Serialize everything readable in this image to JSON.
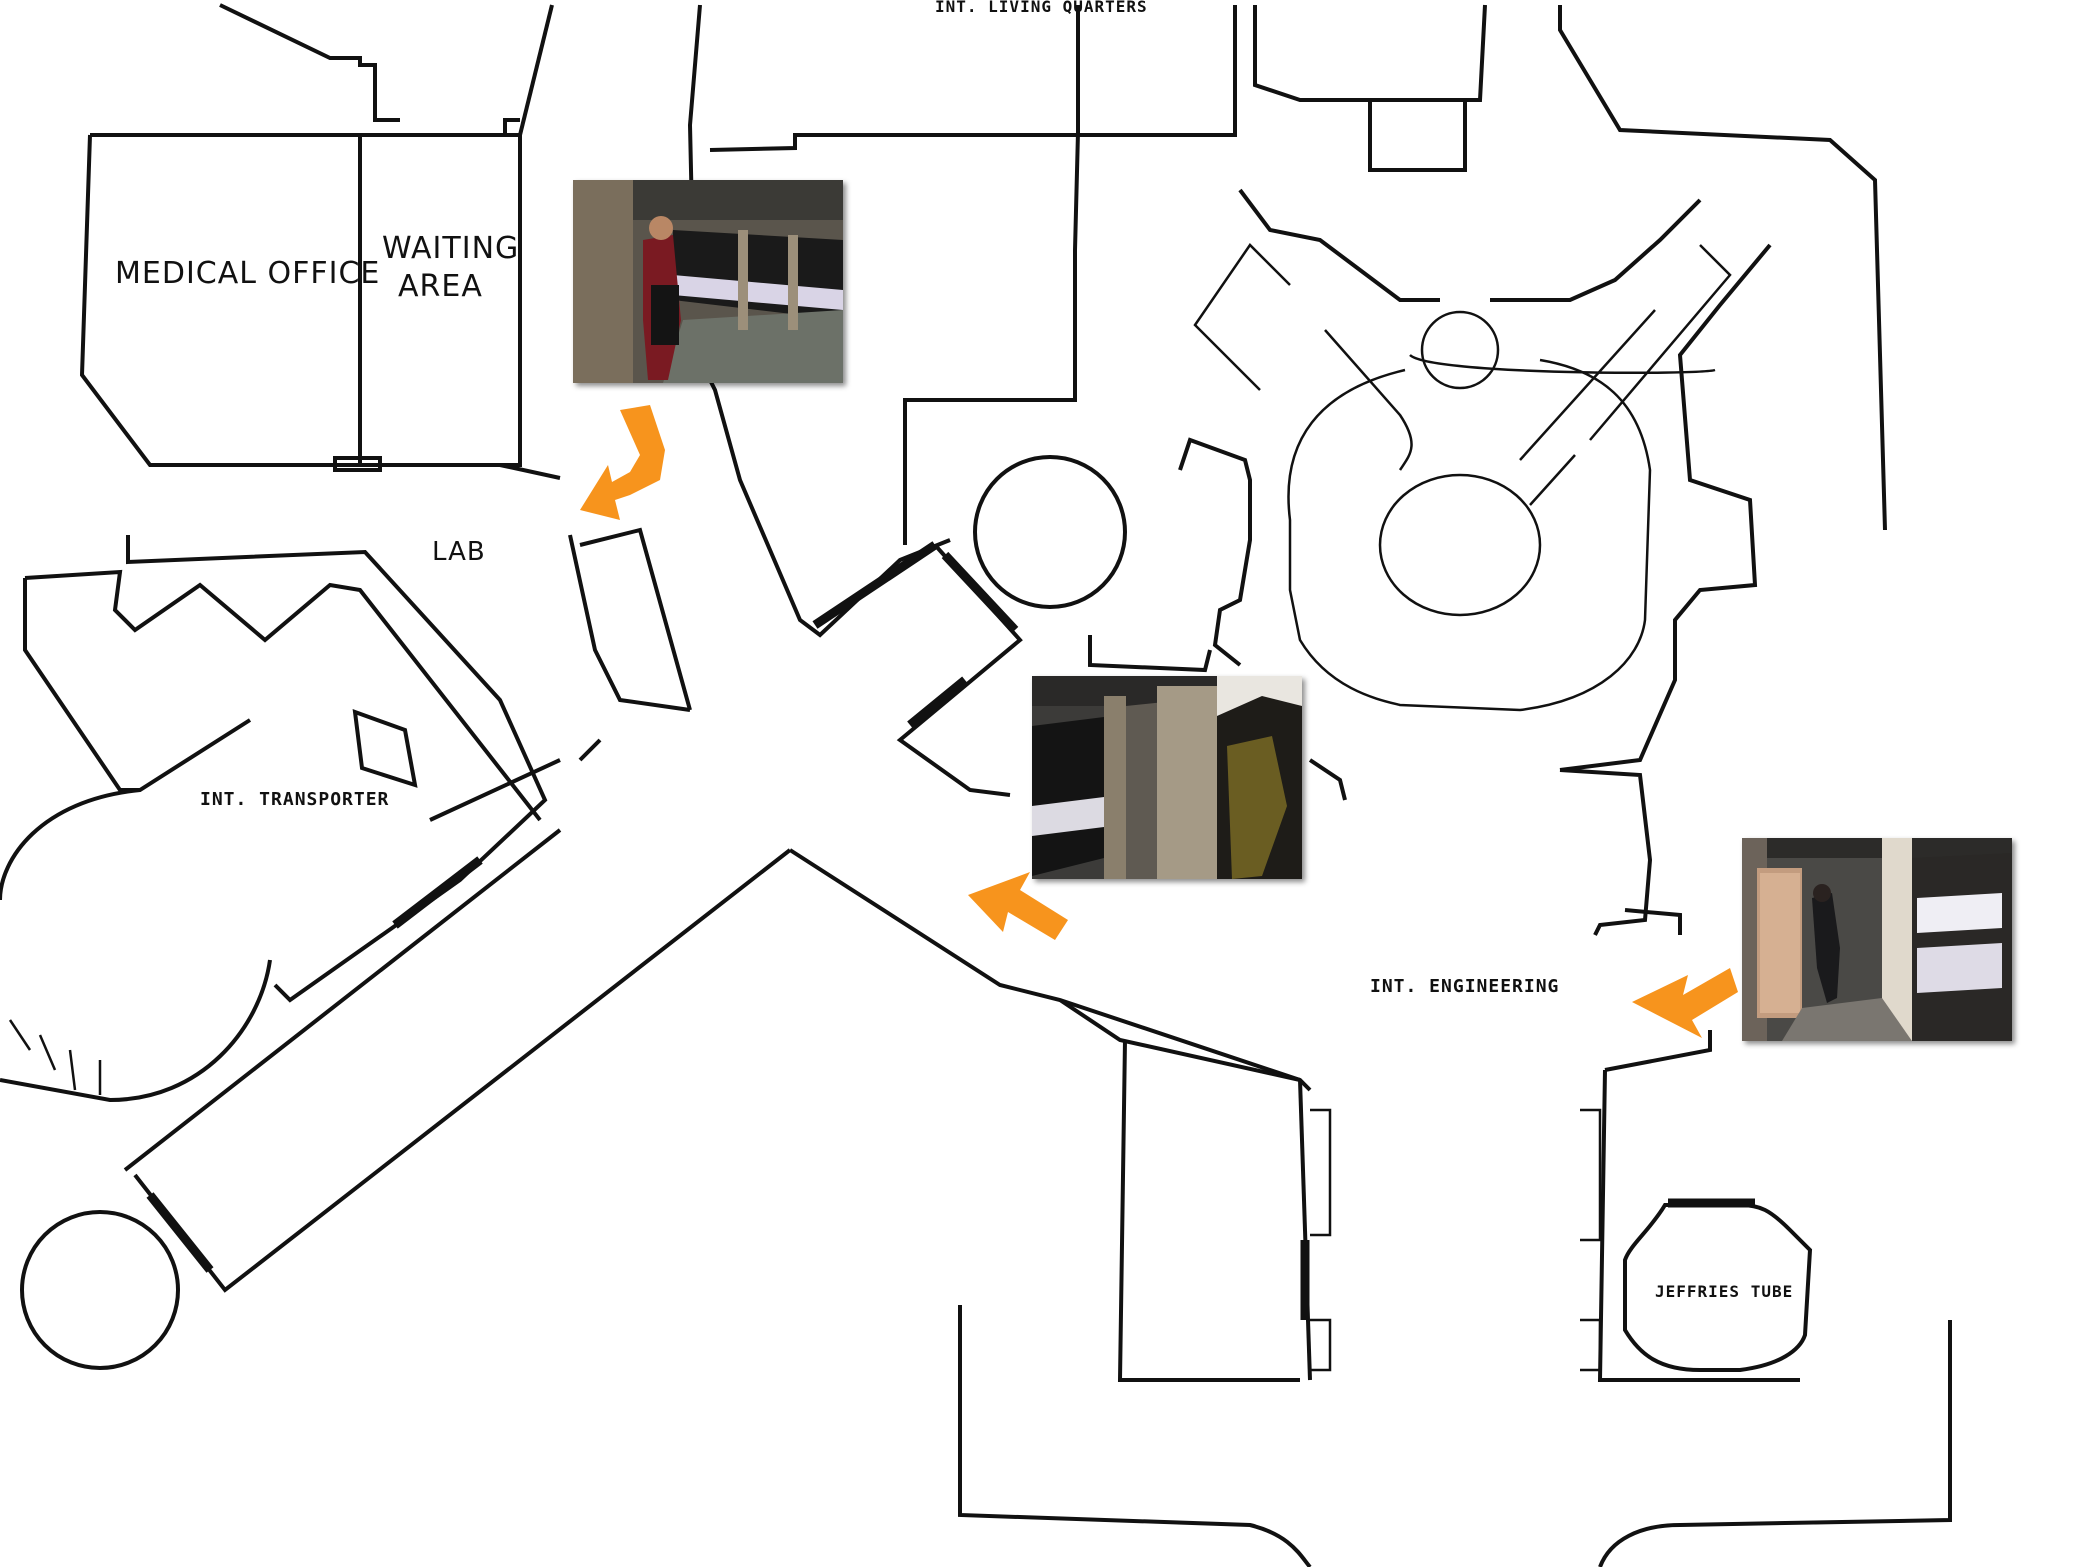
{
  "rooms": {
    "medical_office": "MEDICAL OFFICE",
    "waiting_area_line1": "WAITING",
    "waiting_area_line2": "AREA",
    "lab": "LAB",
    "transporter": "INT. TRANSPORTER",
    "engineering": "INT. ENGINEERING",
    "jeffries_tube": "JEFFRIES TUBE",
    "living_quarters": "INT. LIVING QUARTERS"
  },
  "arrows": [
    {
      "name": "arrow-to-lab",
      "icon": "curved-arrow-icon",
      "color": "#f7941d"
    },
    {
      "name": "arrow-corridor",
      "icon": "arrow-left-icon",
      "color": "#f7941d"
    },
    {
      "name": "arrow-from-engineering",
      "icon": "arrow-left-icon",
      "color": "#f7941d"
    }
  ],
  "stills": [
    {
      "name": "still-corridor-riker"
    },
    {
      "name": "still-corridor-wall"
    },
    {
      "name": "still-engineering-corridor"
    }
  ]
}
